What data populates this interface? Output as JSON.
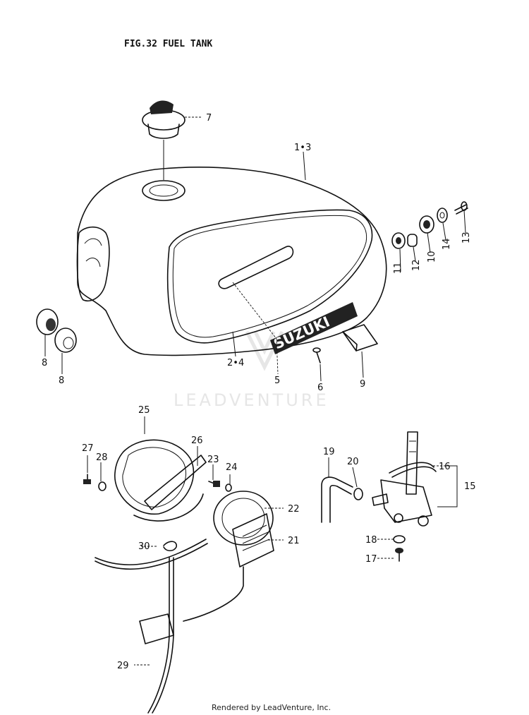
{
  "figure": {
    "title": "FIG.32  FUEL TANK"
  },
  "watermark": "LEADVENTURE",
  "footer": "Rendered by LeadVenture, Inc.",
  "brand_mark": "SUZUKI",
  "callouts": {
    "c7": "7",
    "c13a": "1•3",
    "c24a": "2•4",
    "c5": "5",
    "c6": "6",
    "c9": "9",
    "c8a": "8",
    "c8b": "8",
    "c11": "11",
    "c12": "12",
    "c10": "10",
    "c14": "14",
    "c13": "13",
    "c25": "25",
    "c26": "26",
    "c27": "27",
    "c28": "28",
    "c23": "23",
    "c24": "24",
    "c22": "22",
    "c21": "21",
    "c30": "30",
    "c29": "29",
    "c19": "19",
    "c20": "20",
    "c16": "16",
    "c15": "15",
    "c18": "18",
    "c17": "17"
  }
}
